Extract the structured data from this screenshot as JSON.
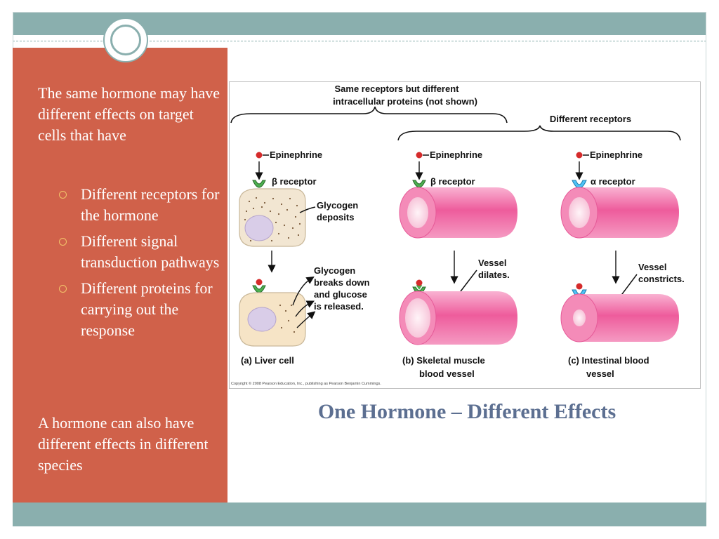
{
  "left_panel": {
    "intro": "The same hormone may have different effects on target cells that have",
    "bullets": [
      "Different receptors for the hormone",
      "Different signal transduction pathways",
      "Different proteins for carrying out the response"
    ],
    "closing": "A hormone can also have different effects in different species"
  },
  "title": "One Hormone – Different Effects",
  "figure": {
    "bracket_same_line1": "Same receptors but different",
    "bracket_same_line2": "intracellular proteins (not shown)",
    "bracket_different": "Different receptors",
    "epinephrine": "Epinephrine",
    "beta_receptor": "β receptor",
    "alpha_receptor": "α receptor",
    "glycogen_deposits_1": "Glycogen",
    "glycogen_deposits_2": "deposits",
    "released_1": "Glycogen",
    "released_2": "breaks down",
    "released_3": "and glucose",
    "released_4": "is released.",
    "dilates_1": "Vessel",
    "dilates_2": "dilates.",
    "constricts_1": "Vessel",
    "constricts_2": "constricts.",
    "caption_a": "(a) Liver cell",
    "caption_b1": "(b) Skeletal muscle",
    "caption_b2": "blood vessel",
    "caption_c1": "(c) Intestinal blood",
    "caption_c2": "vessel",
    "copyright": "Copyright © 2008 Pearson Education, Inc., publishing as Pearson Benjamin Cummings."
  },
  "colors": {
    "accent_teal": "#8aafae",
    "panel_red": "#d0614a",
    "title_blue": "#5c6f91"
  }
}
